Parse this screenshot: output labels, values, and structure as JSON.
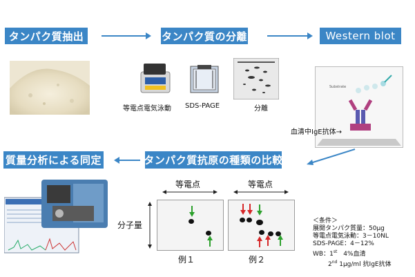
{
  "steps": {
    "extraction": "タンパク質抽出",
    "separation": "タンパク質の分離",
    "western": "Western blot",
    "comparison": "タンパク質抗原の種類の比較",
    "identification": "質量分析による同定"
  },
  "captions": {
    "ief": "等電点電気泳動",
    "sds": "SDS-PAGE",
    "sep": "分離"
  },
  "western_labels": {
    "serum": "血清中IgE抗体→"
  },
  "plot": {
    "x_label_1": "等電点",
    "x_label_2": "等電点",
    "y_label": "分子量",
    "example_1": "例１",
    "example_2": "例２"
  },
  "conditions": {
    "title": "＜条件＞",
    "line1": "展開タンパク質量：50μg",
    "line2": "等電点電気泳動：3－10NL",
    "line3": "SDS-PAGE：4－12%",
    "line4_pre": "WB：1",
    "line4_sup": "st",
    "line4_post": "　4%血清",
    "line5_sup": "nd",
    "line5_pre": "2",
    "line5_post": " 1μg/ml 抗IgE抗体"
  },
  "colors": {
    "box": "#3b86c6",
    "arrow": "#3b86c6",
    "marker_green": "#2ca02c",
    "marker_red": "#d62728"
  }
}
